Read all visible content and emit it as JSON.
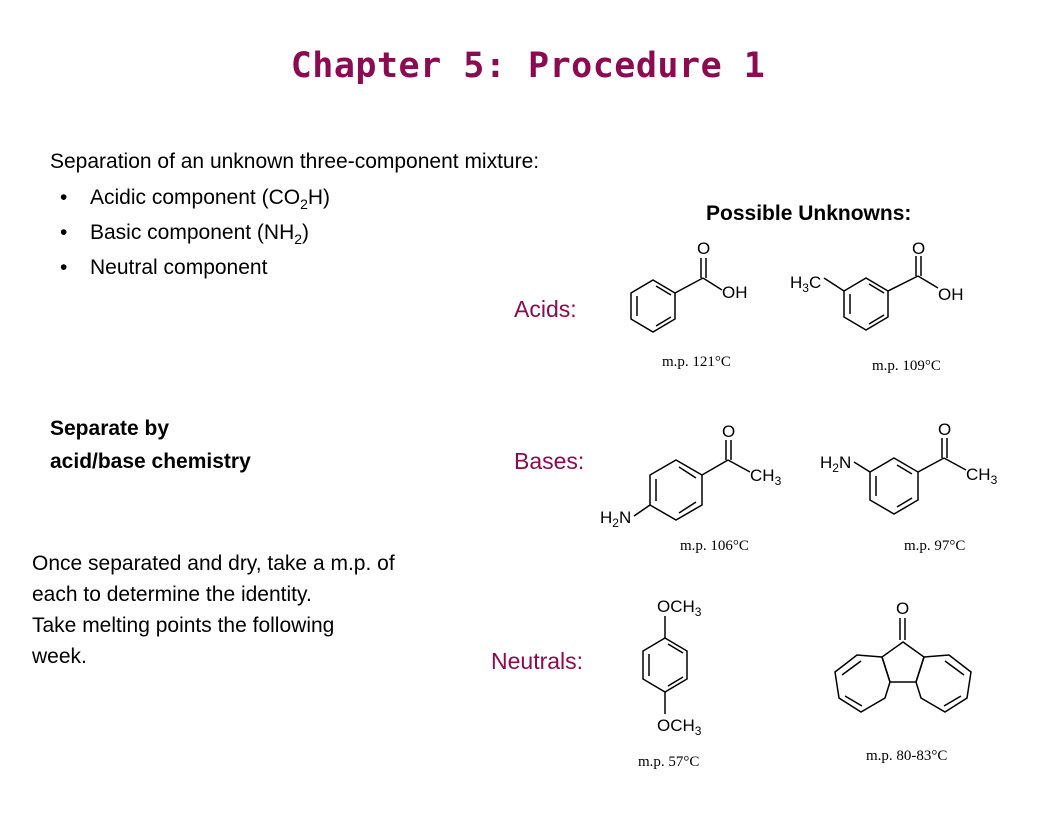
{
  "title": "Chapter 5: Procedure 1",
  "intro": {
    "line": "Separation of an unknown three-component mixture:",
    "bullet": "•",
    "items": [
      {
        "text": "Acidic component (CO",
        "sub": "2",
        "suffix": "H)"
      },
      {
        "text": "Basic component (NH",
        "sub": "2",
        "suffix": ")"
      },
      {
        "text": "Neutral component",
        "sub": "",
        "suffix": ""
      }
    ]
  },
  "separate": {
    "line1": "Separate by",
    "line2": "acid/base chemistry"
  },
  "note": {
    "line1": "Once separated and dry, take a m.p. of",
    "line2": "each to determine the identity.",
    "line3": "Take melting points the following",
    "line4": "week."
  },
  "unknowns_heading": "Possible Unknowns:",
  "classes": {
    "acids": "Acids:",
    "bases": "Bases:",
    "neutrals": "Neutrals:"
  },
  "molecules": {
    "acid1": {
      "mp": "m.p. 121°C",
      "o": "O",
      "oh": "OH"
    },
    "acid2": {
      "mp": "m.p. 109°C",
      "o": "O",
      "oh": "OH",
      "h3c_h": "H",
      "h3c_3": "3",
      "h3c_c": "C"
    },
    "base1": {
      "mp": "m.p. 106°C",
      "o": "O",
      "ch": "CH",
      "three": "3",
      "h": "H",
      "two": "2",
      "n": "N"
    },
    "base2": {
      "mp": "m.p. 97°C",
      "o": "O",
      "ch": "CH",
      "three": "3",
      "h": "H",
      "two": "2",
      "n": "N"
    },
    "neutral1": {
      "mp": "m.p. 57°C",
      "och": "OCH",
      "three": "3"
    },
    "neutral2": {
      "mp": "m.p. 80-83°C",
      "o": "O"
    }
  }
}
